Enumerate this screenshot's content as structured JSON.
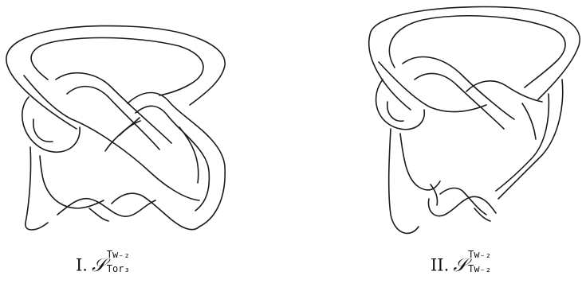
{
  "figures": [
    {
      "numeral": "I.",
      "symbol": "𝒮",
      "superscript": "Tw₋₂",
      "subscript": "Tor₃"
    },
    {
      "numeral": "II.",
      "symbol": "𝒮",
      "superscript": "Tw₋₂",
      "subscript": "Tw₋₂"
    }
  ]
}
